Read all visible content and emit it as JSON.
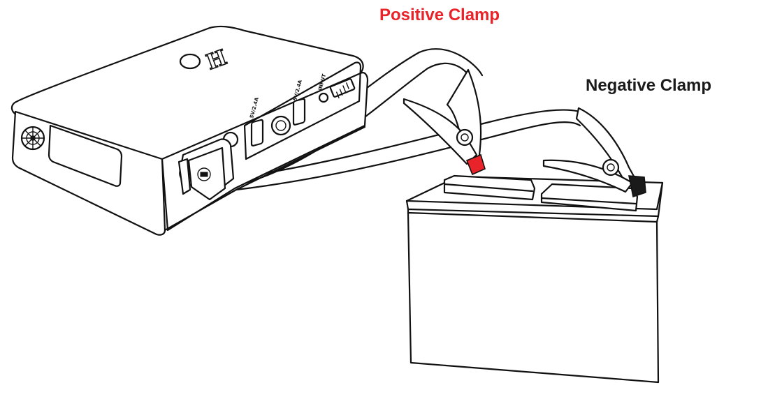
{
  "labels": {
    "positive_clamp": "Positive Clamp",
    "negative_clamp": "Negative Clamp"
  },
  "device": {
    "logo_text": "H",
    "port_left": "5V/2.4A",
    "port_right": "5V/2.4A",
    "input_label": "INPUT"
  },
  "colors": {
    "positive": "#e8232a",
    "negative": "#1a1a1a",
    "outline": "#111111",
    "background": "#ffffff"
  }
}
